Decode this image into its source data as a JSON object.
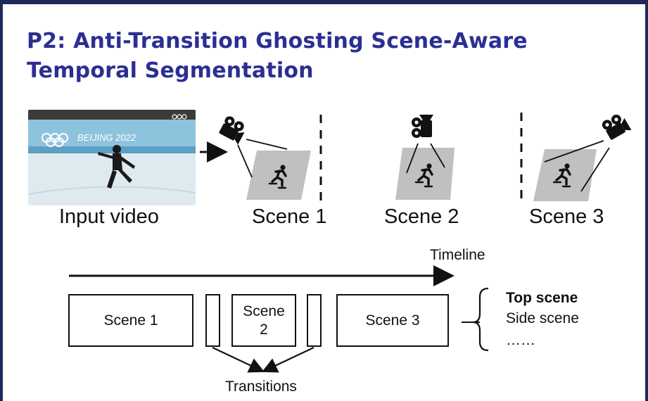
{
  "title": "P2: Anti-Transition Ghosting Scene-Aware Temporal Segmentation",
  "top_row": {
    "input_caption": "Input video",
    "video_banner_text": "BEIJING 2022",
    "scene_captions": [
      "Scene 1",
      "Scene 2",
      "Scene 3"
    ]
  },
  "timeline": {
    "label": "Timeline"
  },
  "segments": {
    "scene1": "Scene 1",
    "scene2": "Scene\n2",
    "scene3": "Scene 3",
    "transitions_label": "Transitions"
  },
  "views": {
    "top": "Top scene",
    "side": "Side scene",
    "more": "……"
  },
  "colors": {
    "title": "#2b2f93",
    "frame": "#1f2a5a",
    "plane": "#c0c0c0",
    "ice": "#dfe9f0",
    "rink_board": "#7fb6d6"
  },
  "icons": [
    "camera-icon",
    "skater-icon",
    "arrow-right-icon",
    "brace-icon"
  ]
}
